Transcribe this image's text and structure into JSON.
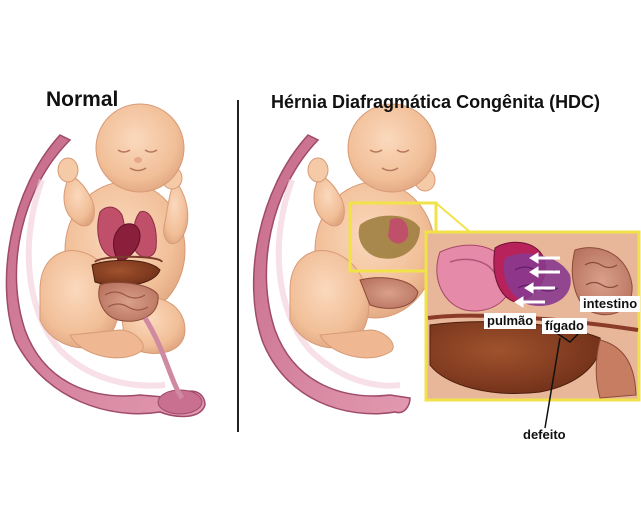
{
  "panels": {
    "normal": {
      "title": "Normal"
    },
    "hdc": {
      "title": "Hérnia Diafragmática Congênita (HDC)"
    }
  },
  "labels": {
    "lung": "pulmão",
    "liver": "fígado",
    "intestine": "intestino",
    "defect": "defeito"
  },
  "colors": {
    "skin": "#f4c8a4",
    "skin_shadow": "#e3a984",
    "uterine_wall": "#d98aa2",
    "uterine_wall_dark": "#b05a78",
    "highlight_frame": "#f2e24a",
    "arrow": "#ffffff",
    "divider": "#222222"
  }
}
